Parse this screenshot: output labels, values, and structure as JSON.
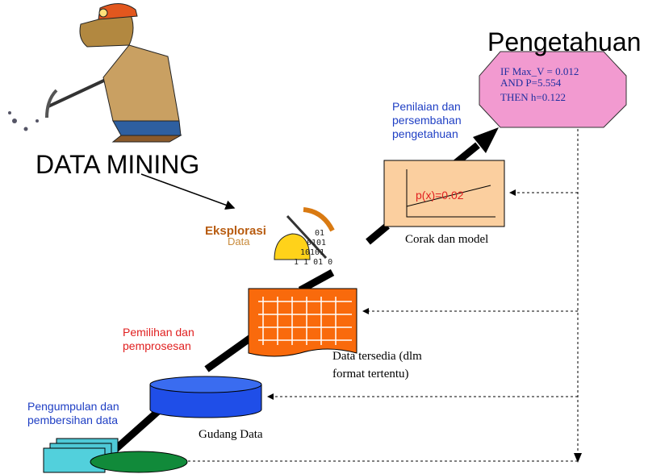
{
  "heading_data_mining": "DATA MINING",
  "heading_pengetahuan": "Pengetahuan",
  "rules": [
    "IF Max_V = 0.012",
    "AND P=5.554",
    "THEN h=0.122"
  ],
  "formula": "p(x)=0.02",
  "eksplorasi": {
    "line1": "Eksplorasi",
    "line2": "Data"
  },
  "captions": {
    "corak": "Corak dan model",
    "data_tersedia_1": "Data tersedia (dlm",
    "data_tersedia_2": "format tertentu)",
    "gudang": "Gudang Data"
  },
  "steps": {
    "penilaian": [
      "Penilaian dan",
      "persembahan",
      "pengetahuan"
    ],
    "pemilihan": [
      "Pemilihan dan",
      "pemprosesan"
    ],
    "pengumpulan": [
      "Pengumpulan dan",
      "pembersihan data"
    ]
  },
  "colors": {
    "octagon": "#f29ad0",
    "chart_box": "#fbcf9f",
    "grid_doc": "#f96a0c",
    "cylinder": "#1f4ee8",
    "text_blue": "#1f3fc4",
    "text_red": "#e02020"
  },
  "icons": [
    "miner-illustration",
    "hardhat-pickaxe-icon",
    "binary-digits-icon",
    "files-stack-icon"
  ]
}
